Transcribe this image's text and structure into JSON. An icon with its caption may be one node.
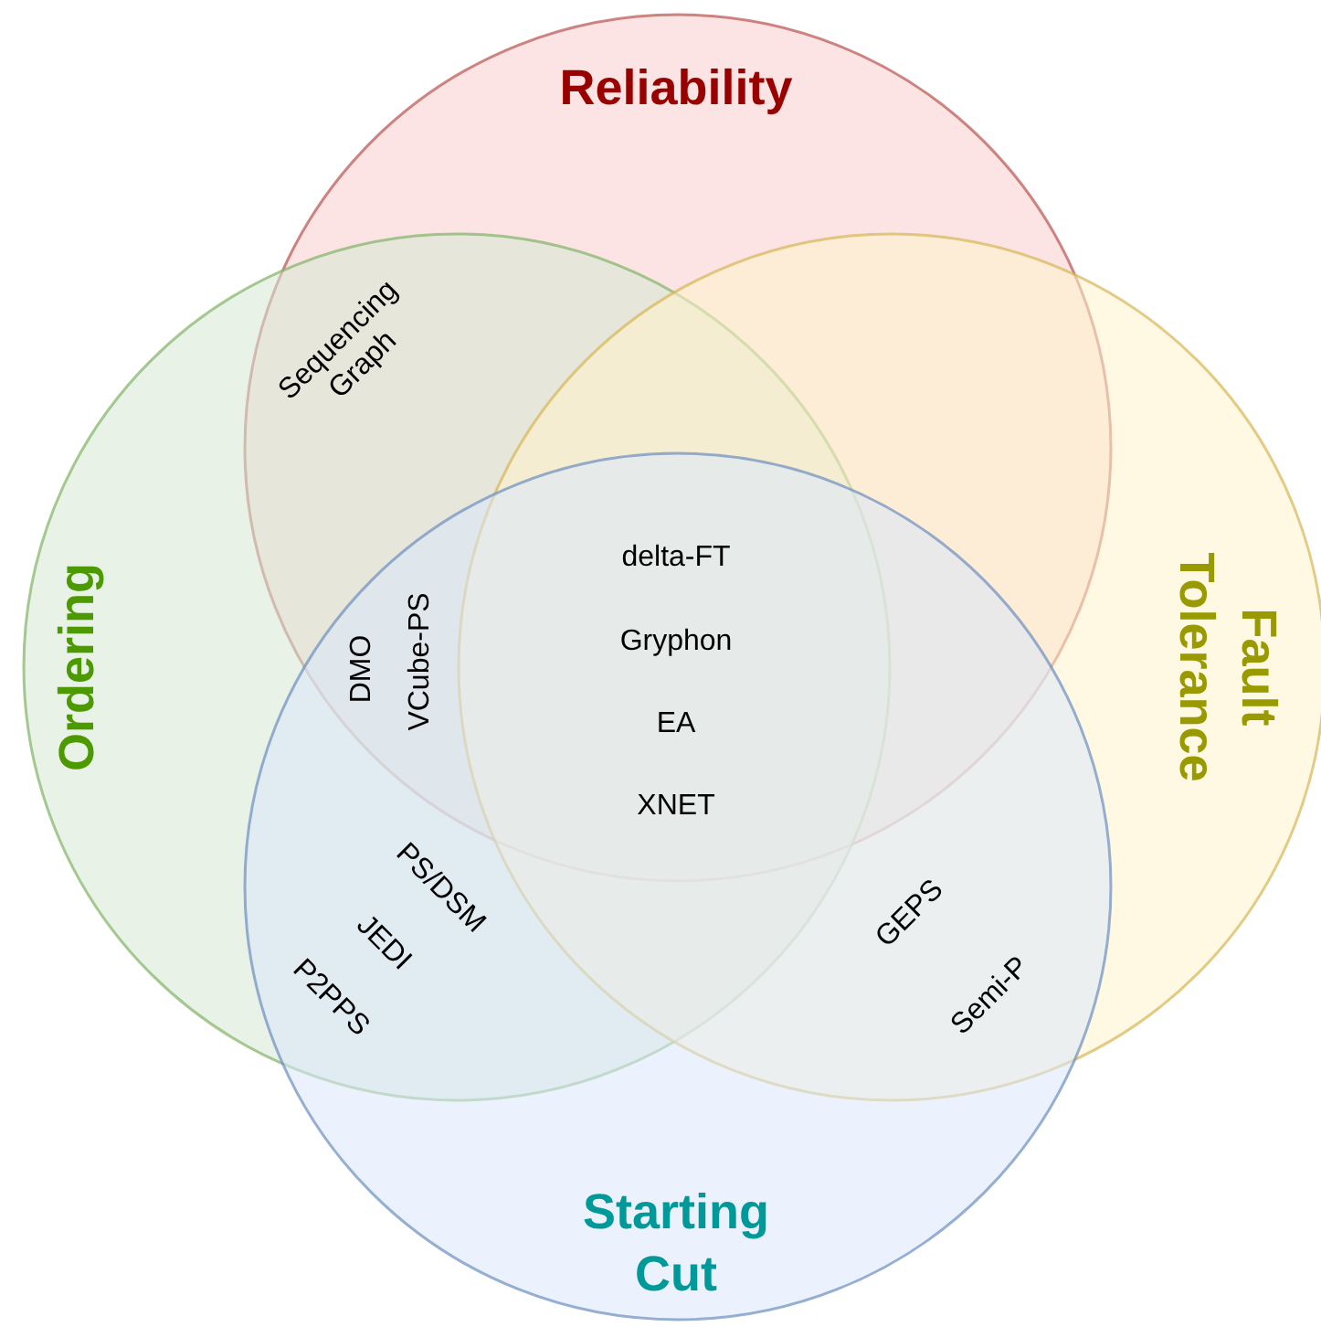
{
  "diagram": {
    "nodes": [
      {
        "text": [
          "Reliability"
        ]
      },
      {
        "text": [
          "Ordering"
        ]
      },
      {
        "text": [
          "Fault Tolerance"
        ]
      },
      {
        "text": [
          "Starting Cut"
        ]
      }
    ],
    "labels": [
      "Sequencing Graph",
      "DMO",
      "VCube-PS",
      "delta-FT",
      "Gryphon",
      "EA",
      "XNET",
      "PS/DSM",
      "JEDI",
      "P2PPS",
      "GEPS",
      "Semi-P"
    ]
  }
}
